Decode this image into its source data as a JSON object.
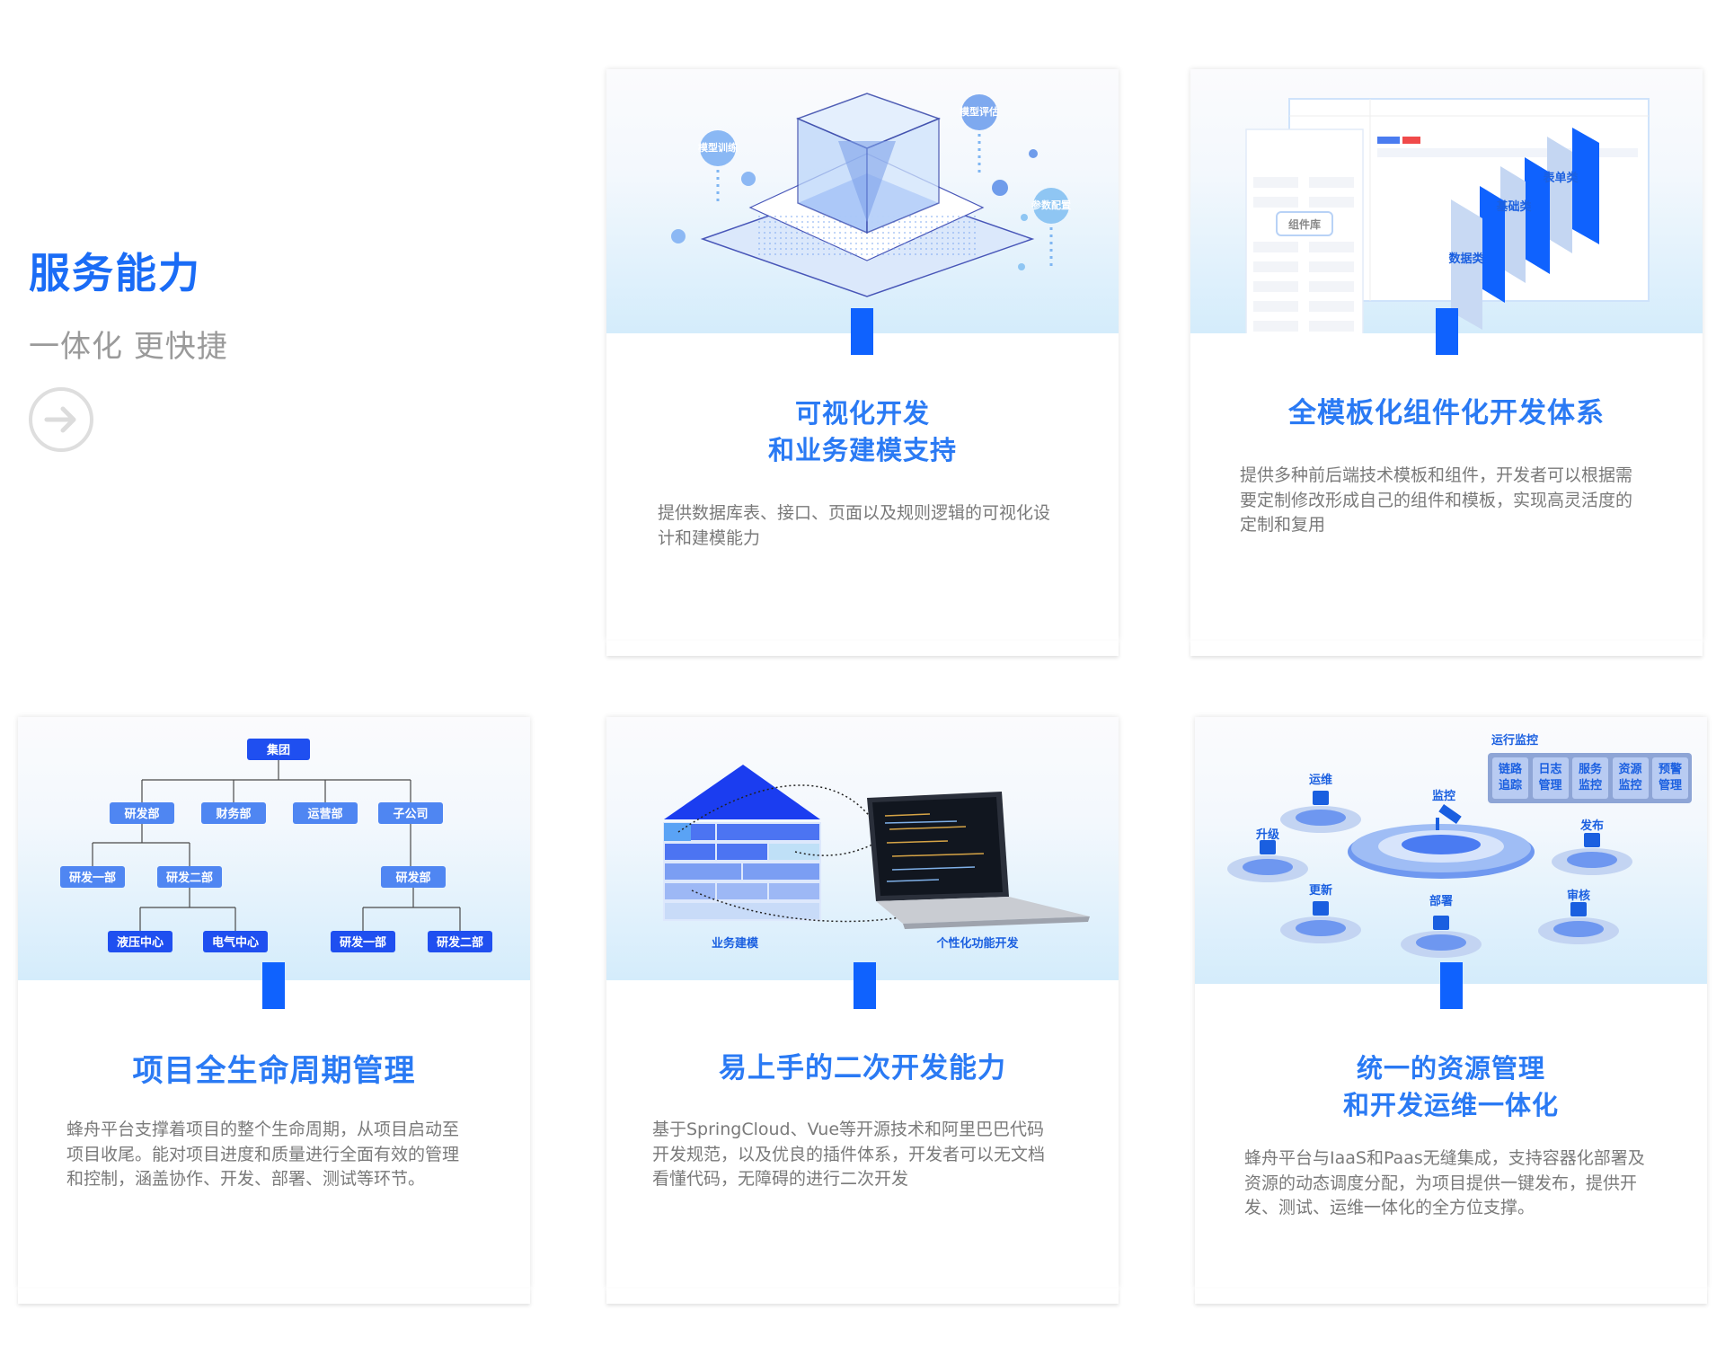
{
  "header": {
    "title": "服务能力",
    "subtitle": "一体化 更快捷"
  },
  "cards": [
    {
      "title_lines": [
        "可视化开发",
        "和业务建模支持"
      ],
      "desc_lines": [
        "提供数据库表、接口、页面以及规则逻辑的可视化设",
        "计和建模能力"
      ],
      "illustration": {
        "labels": [
          "模型训练",
          "模型评估",
          "参数配置"
        ]
      }
    },
    {
      "title_lines": [
        "全模板化组件化开发体系"
      ],
      "desc_lines": [
        "提供多种前后端技术模板和组件，开发者可以根据需",
        "要定制修改形成自己的组件和模板，实现高灵活度的",
        "定制和复用"
      ],
      "illustration": {
        "labels": [
          "组件库",
          "表单类",
          "基础类",
          "数据类"
        ]
      }
    },
    {
      "title_lines": [
        "项目全生命周期管理"
      ],
      "desc_lines": [
        "蜂舟平台支撑着项目的整个生命周期，从项目启动至",
        "项目收尾。能对项目进度和质量进行全面有效的管理",
        "和控制，涵盖协作、开发、部署、测试等环节。"
      ],
      "illustration": {
        "labels": [
          "集团",
          "研发部",
          "财务部",
          "运营部",
          "子公司",
          "研发一部",
          "研发二部",
          "研发部",
          "液压中心",
          "电气中心",
          "研发一部",
          "研发二部"
        ]
      }
    },
    {
      "title_lines": [
        "易上手的二次开发能力"
      ],
      "desc_lines": [
        "基于SpringCloud、Vue等开源技术和阿里巴巴代码",
        "开发规范，以及优良的插件体系，开发者可以无文档",
        "看懂代码，无障碍的进行二次开发"
      ],
      "illustration": {
        "labels": [
          "业务建模",
          "个性化功能开发"
        ]
      }
    },
    {
      "title_lines": [
        "统一的资源管理",
        "和开发运维一体化"
      ],
      "desc_lines": [
        "蜂舟平台与IaaS和Paas无缝集成，支持容器化部署及",
        "资源的动态调度分配，为项目提供一键发布，提供开",
        "发、测试、运维一体化的全方位支撑。"
      ],
      "illustration": {
        "panel_title": "运行监控",
        "panel_items": [
          "链路追踪",
          "日志管理",
          "服务监控",
          "资源监控",
          "预警管理"
        ],
        "nodes": [
          "运维",
          "升级",
          "监控",
          "发布",
          "更新",
          "部署",
          "审核"
        ]
      }
    }
  ],
  "colors": {
    "accent": "#1a6cf6",
    "title": "#2a7af4",
    "bar": "#0f62fe",
    "text": "#7a7a7a"
  }
}
